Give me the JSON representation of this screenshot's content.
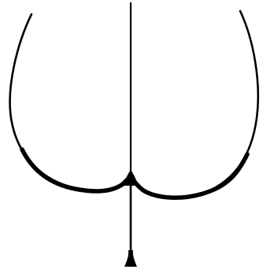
{
  "drawing": {
    "stroke_color": "#000000",
    "background_color": "#ffffff",
    "parts": [
      "left-lobe-curve",
      "right-lobe-curve",
      "central-vertical-line",
      "stem",
      "stem-tip"
    ]
  }
}
